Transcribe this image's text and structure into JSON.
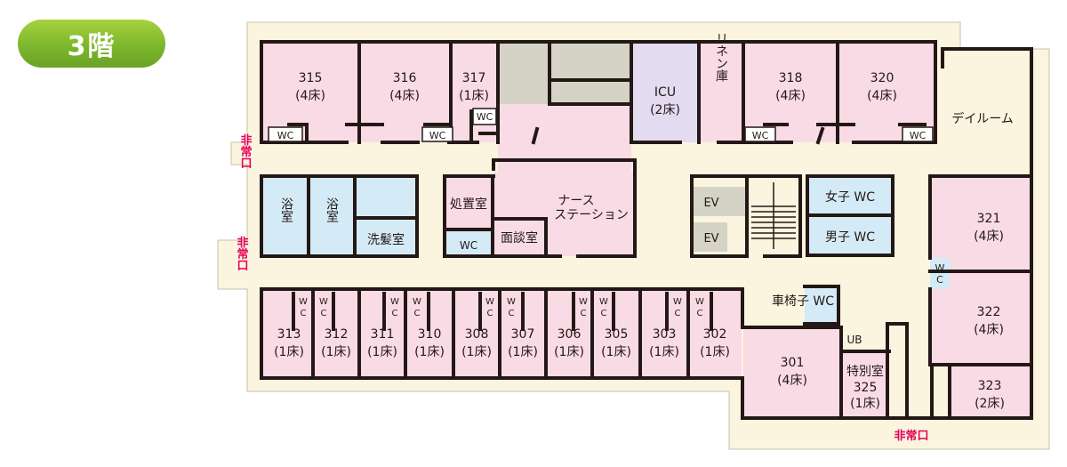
{
  "floor": "3階",
  "exit_label": "非常口",
  "colors": {
    "room": "#f9dbe6",
    "bath": "#d4ebf7",
    "lavender": "#e3dbef",
    "stair": "#d5d3c6",
    "corridor": "#fbf4de",
    "wall": "#231815",
    "exit": "#e6005a"
  },
  "rooms": {
    "r315": {
      "no": "315",
      "beds": "(4床)"
    },
    "r316": {
      "no": "316",
      "beds": "(4床)"
    },
    "r317": {
      "no": "317",
      "beds": "(1床)"
    },
    "icu": {
      "no": "ICU",
      "beds": "(2床)"
    },
    "linen": {
      "name": "リネン庫"
    },
    "r318": {
      "no": "318",
      "beds": "(4床)"
    },
    "r320": {
      "no": "320",
      "beds": "(4床)"
    },
    "dayroom": {
      "name": "デイルーム"
    },
    "bath1": {
      "name": "浴室"
    },
    "bath2": {
      "name": "浴室"
    },
    "hairwash": {
      "name": "洗髪室"
    },
    "treatment": {
      "name": "処置室"
    },
    "nurse": {
      "line1": "ナース",
      "line2": "ステーション"
    },
    "interview": {
      "name": "面談室"
    },
    "wc": "WC",
    "ev1": "EV",
    "ev2": "EV",
    "womens_wc": "女子 WC",
    "mens_wc": "男子 WC",
    "r321": {
      "no": "321",
      "beds": "(4床)"
    },
    "r322": {
      "no": "322",
      "beds": "(4床)"
    },
    "r323": {
      "no": "323",
      "beds": "(2床)"
    },
    "wheelchair_wc": "車椅子 WC",
    "ub": "UB",
    "r301": {
      "no": "301",
      "beds": "(4床)"
    },
    "special": {
      "name": "特別室",
      "no": "325",
      "beds": "(1床)"
    },
    "singles": [
      {
        "no": "313",
        "beds": "(1床)"
      },
      {
        "no": "312",
        "beds": "(1床)"
      },
      {
        "no": "311",
        "beds": "(1床)"
      },
      {
        "no": "310",
        "beds": "(1床)"
      },
      {
        "no": "308",
        "beds": "(1床)"
      },
      {
        "no": "307",
        "beds": "(1床)"
      },
      {
        "no": "306",
        "beds": "(1床)"
      },
      {
        "no": "305",
        "beds": "(1床)"
      },
      {
        "no": "303",
        "beds": "(1床)"
      },
      {
        "no": "302",
        "beds": "(1床)"
      }
    ],
    "wc_w": "W",
    "wc_c": "C"
  }
}
